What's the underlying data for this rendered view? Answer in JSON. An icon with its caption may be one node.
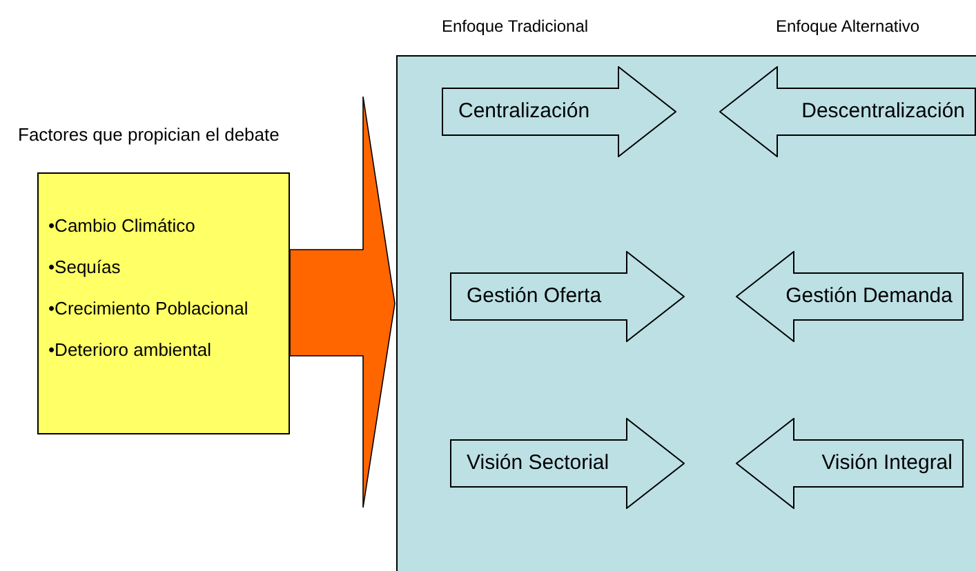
{
  "diagram": {
    "nodes": [
      {
        "text": [
          "Factores que propician el debate",
          "•Cambio Climático",
          "•Sequías",
          "•Crecimiento Poblacional",
          "•Deterioro ambiental"
        ]
      },
      {
        "text": [],
        "shape": "box"
      },
      {
        "text": [
          "Centralización"
        ],
        "in": 1
      },
      {
        "text": [
          "Descentralización"
        ],
        "in": 1
      },
      {
        "text": [
          "Gestión Oferta"
        ],
        "in": 1
      },
      {
        "text": [
          "Gestión Demanda"
        ],
        "in": 1
      },
      {
        "text": [
          "Visión Sectorial"
        ],
        "in": 1
      },
      {
        "text": [
          "Visión Integral"
        ],
        "in": 1
      }
    ],
    "edges": [
      {
        "from": 0,
        "to": 1,
        "arrow": "to",
        "style": "thick",
        "color": "#ff6600"
      }
    ],
    "labels": [
      "Enfoque Tradicional",
      "Enfoque Alternativo"
    ]
  }
}
